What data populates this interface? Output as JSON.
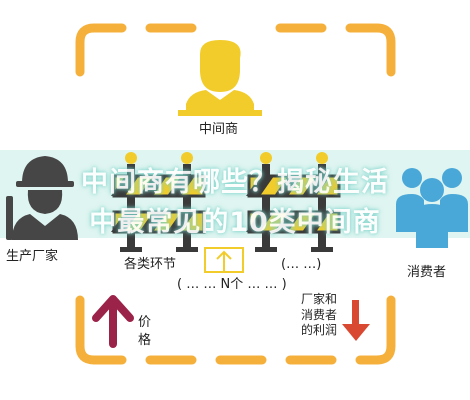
{
  "labels": {
    "middleman": "中间商",
    "producer": "生产厂家",
    "consumer": "消费者",
    "stages": "各类环节",
    "ellipsis_small": "(… …)",
    "n_stages": "( … … N个 … … )",
    "price": "价格",
    "profit_lines": [
      "厂家和",
      "消费者",
      "的利润"
    ]
  },
  "banner": {
    "line1": "中间商有哪些？揭秘生活",
    "line2": "中最常见的10类中间商"
  },
  "icons": [
    "middleman-person-icon",
    "worker-icon",
    "consumers-group-icon",
    "barrier-icon",
    "barrier-icon",
    "small-up-arrow-icon",
    "price-up-arrow-icon",
    "profit-down-arrow-icon"
  ],
  "colors": {
    "orange": "#F5B03C",
    "yellow": "#F2CC2A",
    "dark_gray": "#464646",
    "blue": "#4AA8D8",
    "maroon": "#9B2248",
    "red": "#D94830",
    "banner_tint": "#B9E8DF"
  }
}
